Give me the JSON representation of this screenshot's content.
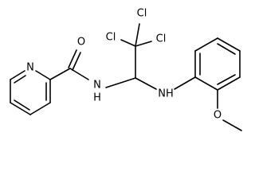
{
  "structure": {
    "labels": {
      "n_pyridine": "N",
      "o_carbonyl": "O",
      "nh_amide": "N",
      "h_amide": "H",
      "cl_top": "Cl",
      "cl_left": "Cl",
      "cl_right": "Cl",
      "nh_amine": "NH",
      "o_methoxy": "O"
    }
  }
}
